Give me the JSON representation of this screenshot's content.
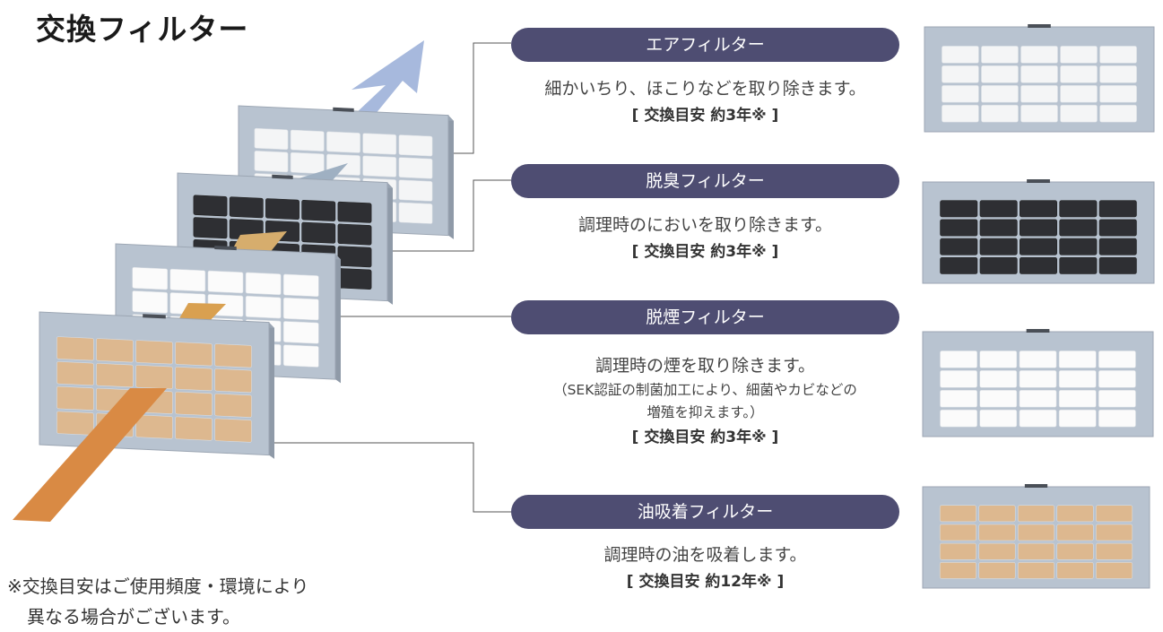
{
  "title": "交換フィルター",
  "colors": {
    "pill": "#4e4d72",
    "frame": "#b8c3d0",
    "air_media": "#f4f5f6",
    "deodor_media": "#2e2f33",
    "smoke_media": "#fbfbfb",
    "oil_media": "#ddb88f",
    "in_arrow": "#d98a44",
    "out_arrow": "#a7b9dd"
  },
  "filters": [
    {
      "name": "エアフィルター",
      "desc": "細かいちり、ほこりなどを取り除きます。",
      "term": "[ 交換目安  約3年※ ]",
      "media": "air"
    },
    {
      "name": "脱臭フィルター",
      "desc": "調理時のにおいを取り除きます。",
      "term": "[ 交換目安  約3年※ ]",
      "media": "deodor"
    },
    {
      "name": "脱煙フィルター",
      "desc": "調理時の煙を取り除きます。",
      "note1": "（SEK認証の制菌加工により、細菌やカビなどの",
      "note2": "増殖を抑えます。）",
      "term": "[ 交換目安  約3年※ ]",
      "media": "smoke"
    },
    {
      "name": "油吸着フィルター",
      "desc": "調理時の油を吸着します。",
      "term": "[ 交換目安  約12年※ ]",
      "media": "oil"
    }
  ],
  "footnote": {
    "line1": "※交換目安はご使用頻度・環境により",
    "line2": "異なる場合がございます。"
  }
}
